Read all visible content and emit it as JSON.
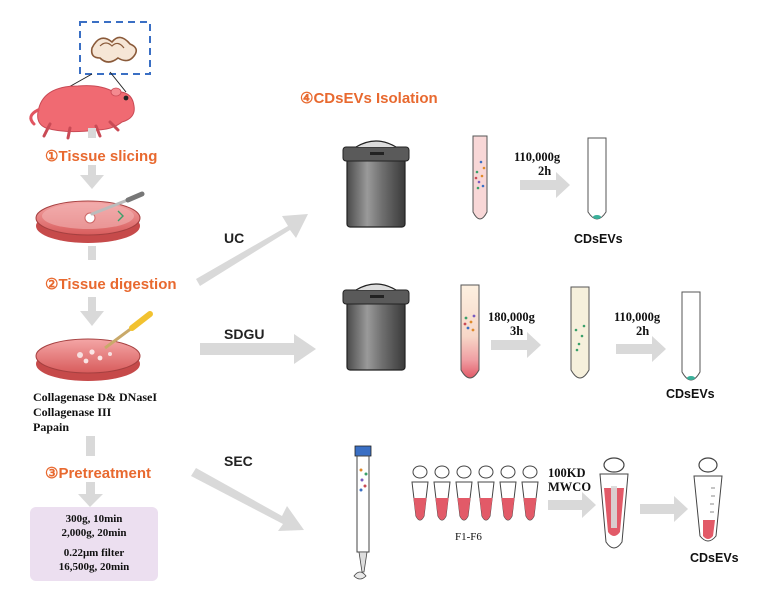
{
  "steps": {
    "slicing": "①Tissue slicing",
    "digestion": "②Tissue digestion",
    "pretreatment": "③Pretreatment",
    "isolation": "④CDsEVs Isolation"
  },
  "methods": {
    "uc": "UC",
    "sdgu": "SDGU",
    "sec": "SEC"
  },
  "enzymes": [
    "Collagenase D& DNaseI",
    "Collagenase III",
    "Papain"
  ],
  "pretreatment_conditions": [
    "300g, 10min",
    "2,000g, 20min",
    "0.22μm filter",
    "16,500g, 20min"
  ],
  "uc": {
    "spin": "110,000g",
    "time": "2h",
    "product": "CDsEVs"
  },
  "sdgu": {
    "spin1": "180,000g",
    "time1": "3h",
    "spin2": "110,000g",
    "time2": "2h",
    "product": "CDsEVs"
  },
  "sec": {
    "fractions": "F1-F6",
    "filter1": "100KD",
    "filter2": "MWCO",
    "product": "CDsEVs"
  },
  "colors": {
    "step_orange": "#e8692f",
    "arrow_gray": "#d9d9d9",
    "mouse_pink": "#f06a72",
    "dish_pink": "#e87878",
    "pre_box": "#ecdff0"
  }
}
